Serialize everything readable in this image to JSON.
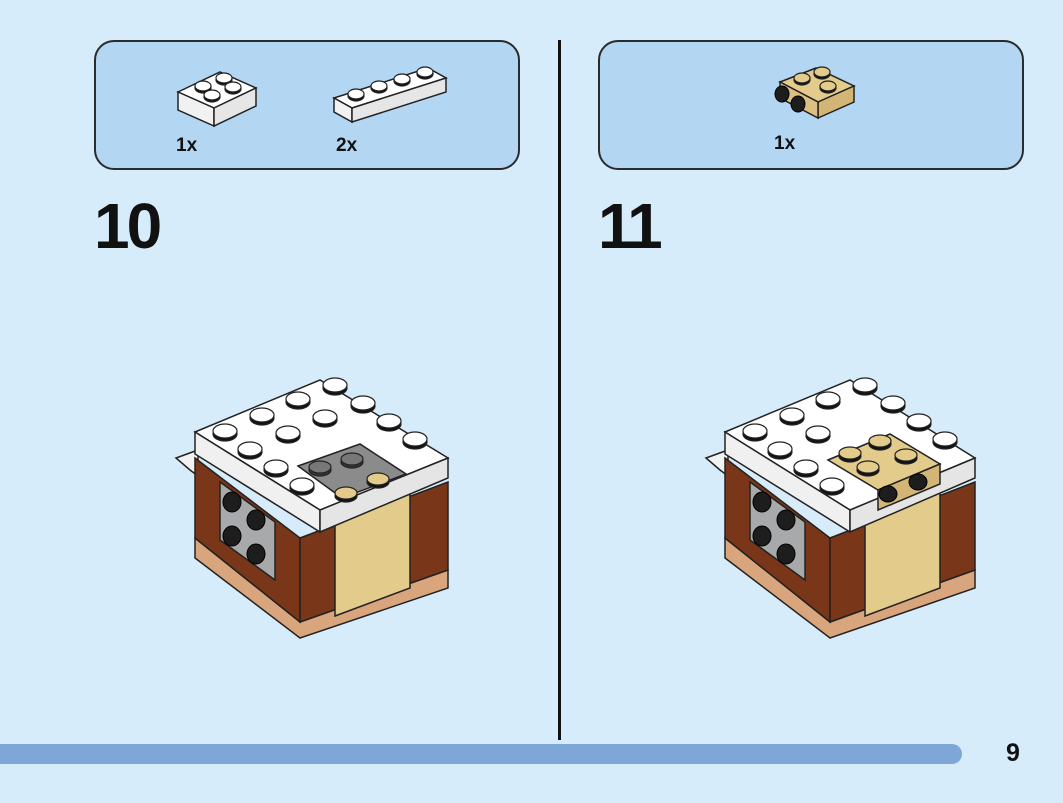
{
  "steps": [
    {
      "number": "10",
      "parts": [
        {
          "quantity": "1x",
          "icon": "white-2x2-plate-icon",
          "color": "#ffffff"
        },
        {
          "quantity": "2x",
          "icon": "white-1x4-plate-icon",
          "color": "#ffffff"
        }
      ]
    },
    {
      "number": "11",
      "parts": [
        {
          "quantity": "1x",
          "icon": "tan-bracket-plate-icon",
          "color": "#e3cb8c"
        }
      ]
    }
  ],
  "page": {
    "number": "9"
  },
  "colors": {
    "background": "#d6ecfb",
    "parts_box": "#b3d6f3",
    "progress_bar": "#7ea6d6",
    "white_brick": "#ffffff",
    "tan_brick": "#e3cb8c",
    "brown_brick": "#7a3618",
    "gray_brick": "#a7a9ab",
    "dark_stud": "#1d1d1d"
  }
}
